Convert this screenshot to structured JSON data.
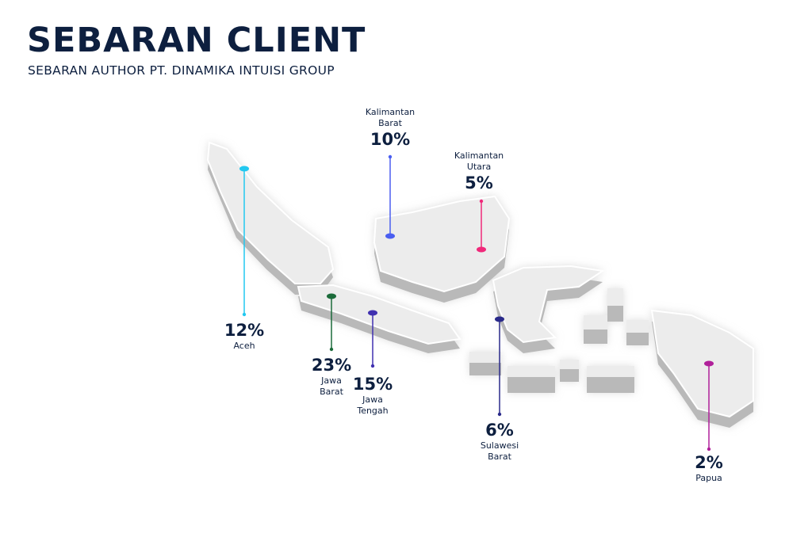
{
  "header": {
    "title": "SEBARAN CLIENT",
    "subtitle": "SEBARAN AUTHOR PT. DINAMIKA INTUISI GROUP"
  },
  "regions": [
    {
      "id": "aceh",
      "name_lines": [
        "Aceh"
      ],
      "percent": "12%",
      "value": 12,
      "color": "#22c8f0"
    },
    {
      "id": "jawa-barat",
      "name_lines": [
        "Jawa",
        "Barat"
      ],
      "percent": "23%",
      "value": 23,
      "color": "#1b6b3a"
    },
    {
      "id": "jawa-tengah",
      "name_lines": [
        "Jawa",
        "Tengah"
      ],
      "percent": "15%",
      "value": 15,
      "color": "#4030b0"
    },
    {
      "id": "kalimantan-barat",
      "name_lines": [
        "Kalimantan",
        "Barat"
      ],
      "percent": "10%",
      "value": 10,
      "color": "#4a5ef0"
    },
    {
      "id": "kalimantan-utara",
      "name_lines": [
        "Kalimantan",
        "Utara"
      ],
      "percent": "5%",
      "value": 5,
      "color": "#f0287a"
    },
    {
      "id": "sulawesi-barat",
      "name_lines": [
        "Sulawesi",
        "Barat"
      ],
      "percent": "6%",
      "value": 6,
      "color": "#2a2a8a"
    },
    {
      "id": "papua",
      "name_lines": [
        "Papua"
      ],
      "percent": "2%",
      "value": 2,
      "color": "#b0209a"
    }
  ]
}
